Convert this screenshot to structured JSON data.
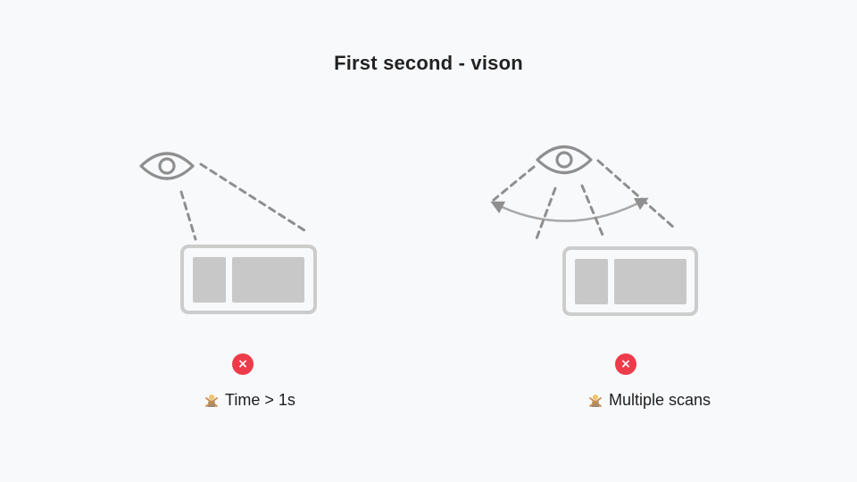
{
  "title": "First second - vison",
  "left_panel": {
    "status_icon": "close-icon",
    "caption": "Time > 1s",
    "caption_icon": "person-gesturing-no-icon"
  },
  "right_panel": {
    "status_icon": "close-icon",
    "caption": "Multiple scans",
    "caption_icon": "person-gesturing-no-icon"
  },
  "colors": {
    "background": "#f8f9fb",
    "diagram_gray": "#8f8f8f",
    "box_fill": "#c8c8c8",
    "error": "#ee3b4a"
  }
}
